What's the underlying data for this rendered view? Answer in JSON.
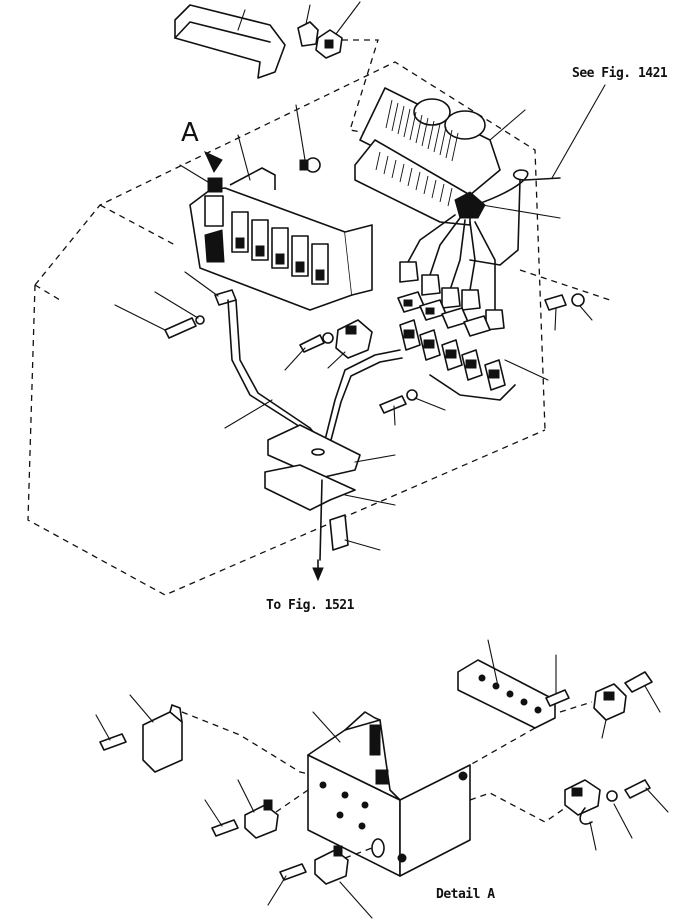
{
  "labels": {
    "ref_top": "See Fig. 1421",
    "ref_bottom": "To Fig. 1521",
    "callout_a": "A",
    "detail": "Detail A"
  }
}
